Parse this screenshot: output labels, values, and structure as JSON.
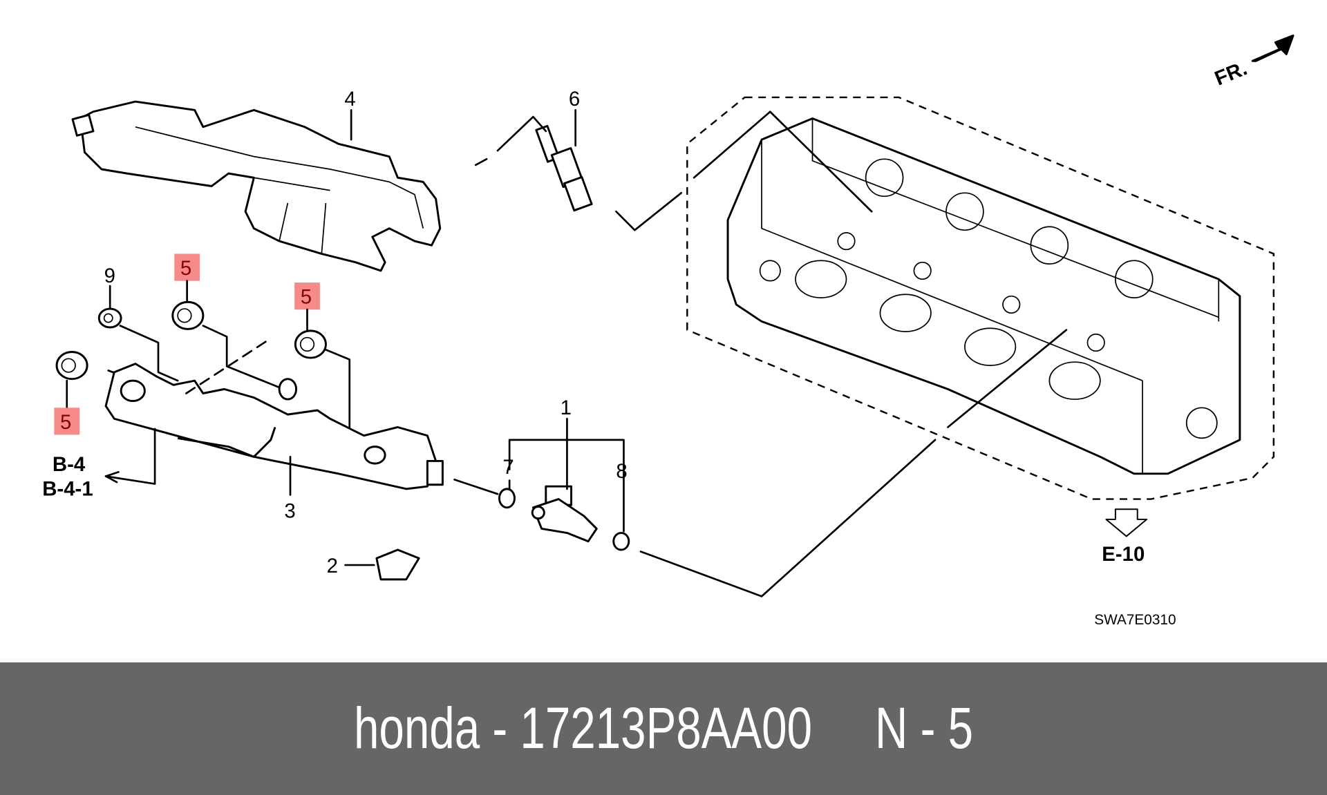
{
  "diagram": {
    "callouts": {
      "c1": "1",
      "c2": "2",
      "c3": "3",
      "c4": "4",
      "c5a": "5",
      "c5b": "5",
      "c5c": "5",
      "c6": "6",
      "c7": "7",
      "c8": "8",
      "c9": "9"
    },
    "refs": {
      "b4": "B-4",
      "b41": "B-4-1",
      "e10": "E-10"
    },
    "front_label": "FR.",
    "drawing_code": "SWA7E0310",
    "highlight_color": "#f58a8a"
  },
  "footer": {
    "brand": "honda",
    "separator": " - ",
    "part_number": "17213P8AA00",
    "ref_label": "N - 5",
    "background": "#666666"
  }
}
